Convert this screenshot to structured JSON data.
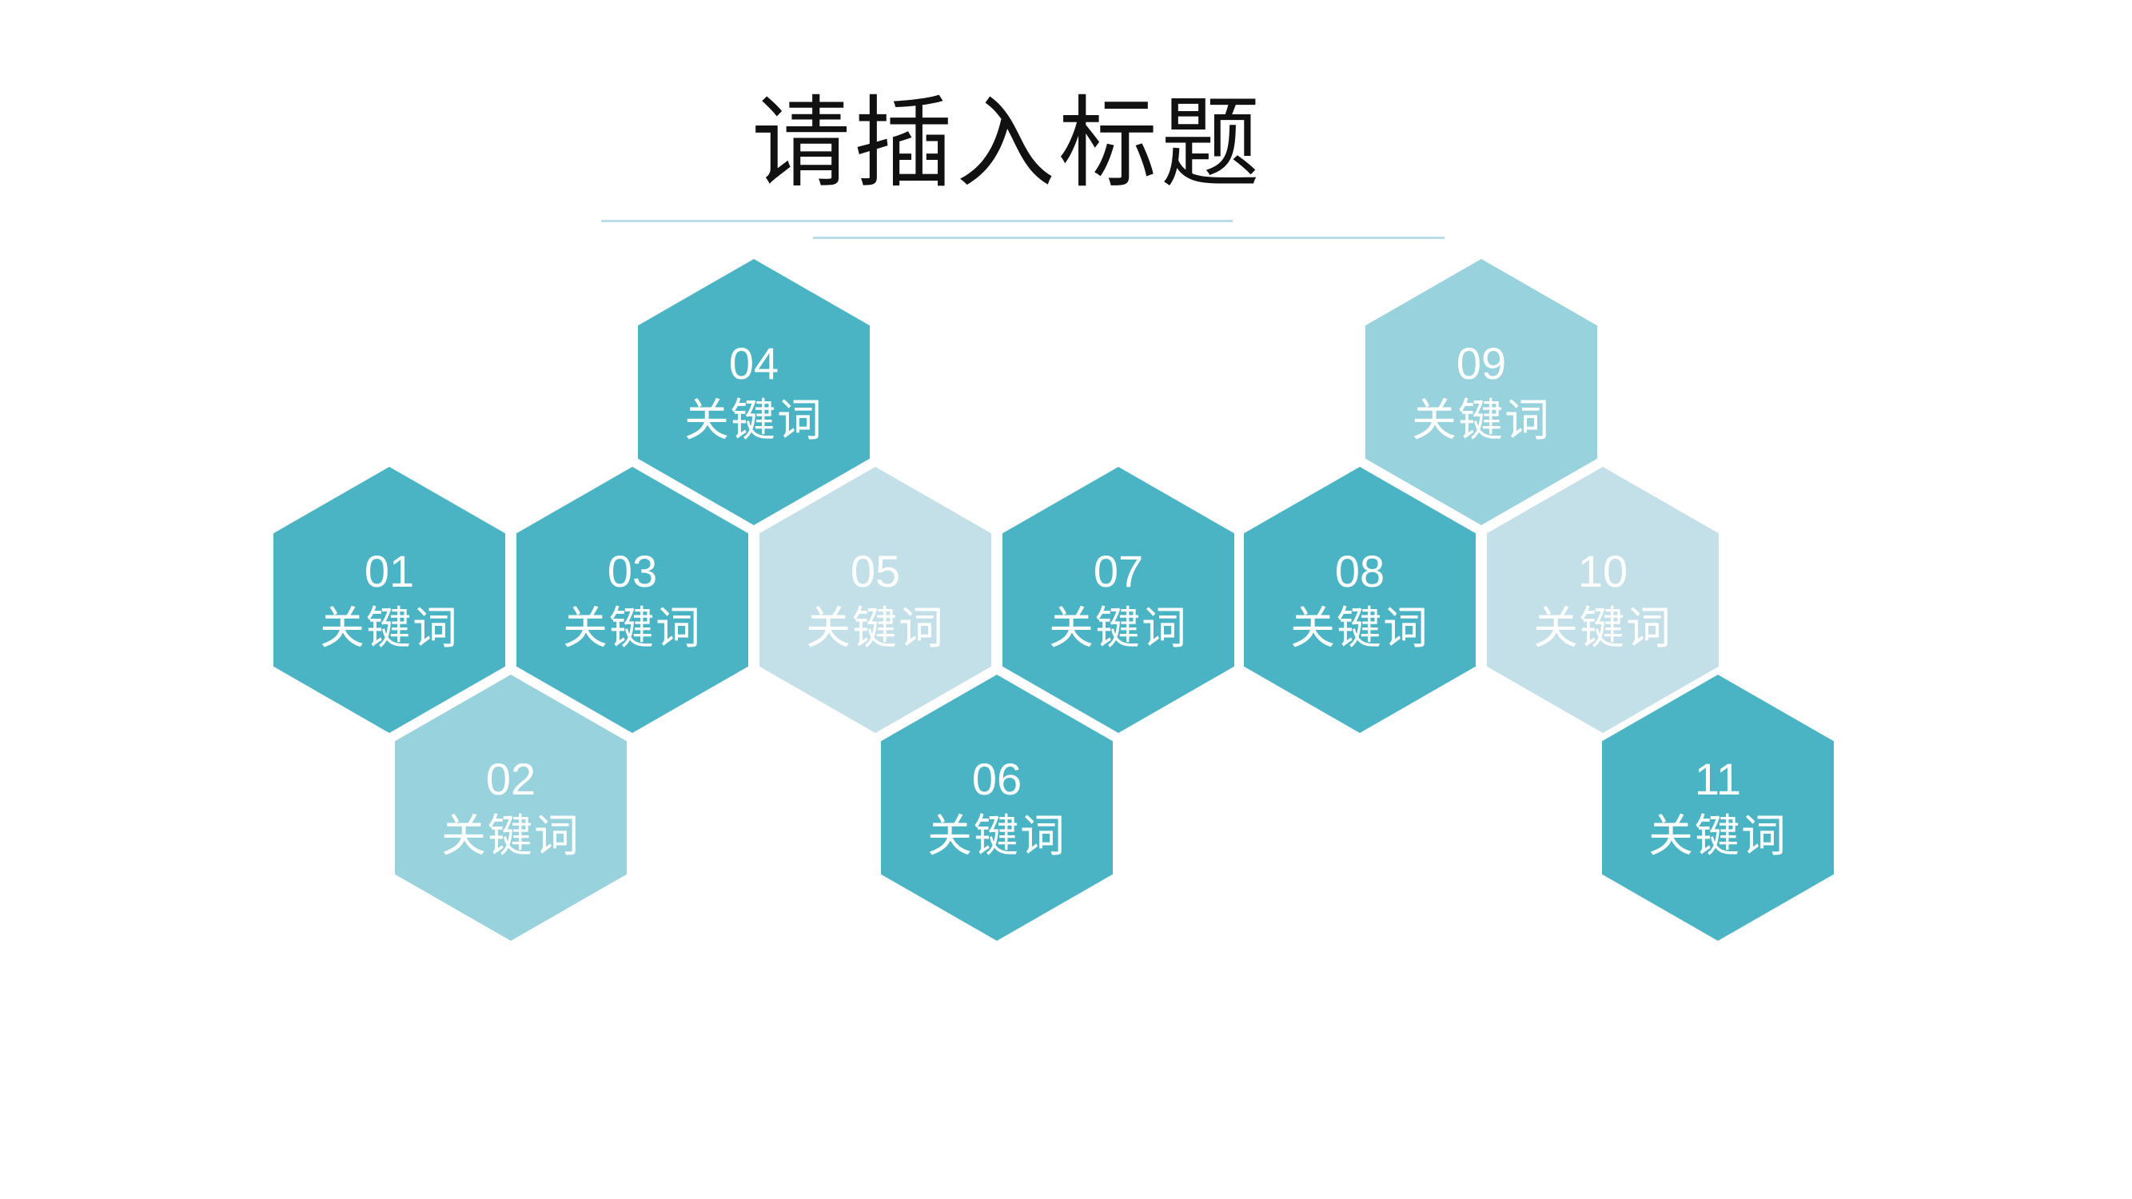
{
  "title": "请插入标题",
  "colors": {
    "dark": "#4bb4c4",
    "medium": "#97d2dd",
    "light": "#c3dfe8",
    "rule": "#b9dcea",
    "text": "#ffffff"
  },
  "hexagons": [
    {
      "number": "01",
      "keyword": "关键词",
      "tone": "dark"
    },
    {
      "number": "02",
      "keyword": "关键词",
      "tone": "medium"
    },
    {
      "number": "03",
      "keyword": "关键词",
      "tone": "dark"
    },
    {
      "number": "04",
      "keyword": "关键词",
      "tone": "dark"
    },
    {
      "number": "05",
      "keyword": "关键词",
      "tone": "light"
    },
    {
      "number": "06",
      "keyword": "关键词",
      "tone": "dark"
    },
    {
      "number": "07",
      "keyword": "关键词",
      "tone": "dark"
    },
    {
      "number": "08",
      "keyword": "关键词",
      "tone": "dark"
    },
    {
      "number": "09",
      "keyword": "关键词",
      "tone": "medium"
    },
    {
      "number": "10",
      "keyword": "关键词",
      "tone": "light"
    },
    {
      "number": "11",
      "keyword": "关键词",
      "tone": "dark"
    }
  ]
}
